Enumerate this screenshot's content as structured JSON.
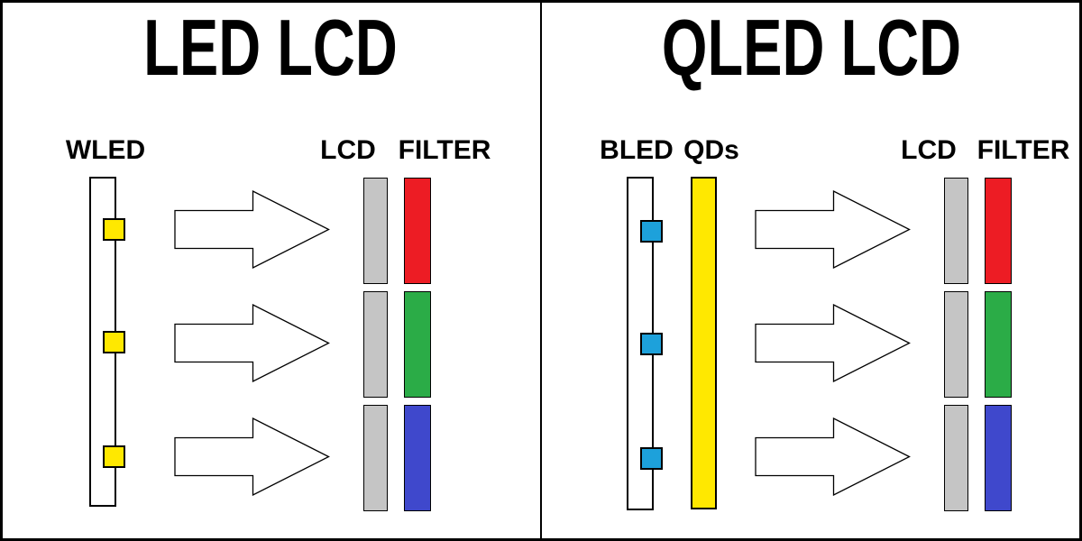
{
  "diagram": {
    "background": "#ffffff",
    "line_color": "#000000",
    "panels": [
      {
        "id": "led-lcd",
        "title": "LED LCD",
        "backlight": {
          "label": "WLED",
          "bar_color": "#ffffff",
          "led_color": "#ffe800",
          "led_count": 3
        },
        "quantum_dots": null,
        "lcd": {
          "label": "LCD",
          "bar_color": "#c5c5c5",
          "segment_count": 3
        },
        "filter": {
          "label": "FILTER",
          "segment_colors": [
            "#ed1c24",
            "#2bac47",
            "#3f48cc"
          ],
          "segment_names": [
            "red",
            "green",
            "blue"
          ]
        },
        "arrow_count": 3,
        "arrow_fill": "#ffffff"
      },
      {
        "id": "qled-lcd",
        "title": "QLED LCD",
        "backlight": {
          "label": "BLED",
          "bar_color": "#ffffff",
          "led_color": "#1da1db",
          "led_count": 3
        },
        "quantum_dots": {
          "label": "QDs",
          "bar_color": "#ffe800"
        },
        "lcd": {
          "label": "LCD",
          "bar_color": "#c5c5c5",
          "segment_count": 3
        },
        "filter": {
          "label": "FILTER",
          "segment_colors": [
            "#ed1c24",
            "#2bac47",
            "#3f48cc"
          ],
          "segment_names": [
            "red",
            "green",
            "blue"
          ]
        },
        "arrow_count": 3,
        "arrow_fill": "#ffffff"
      }
    ]
  }
}
